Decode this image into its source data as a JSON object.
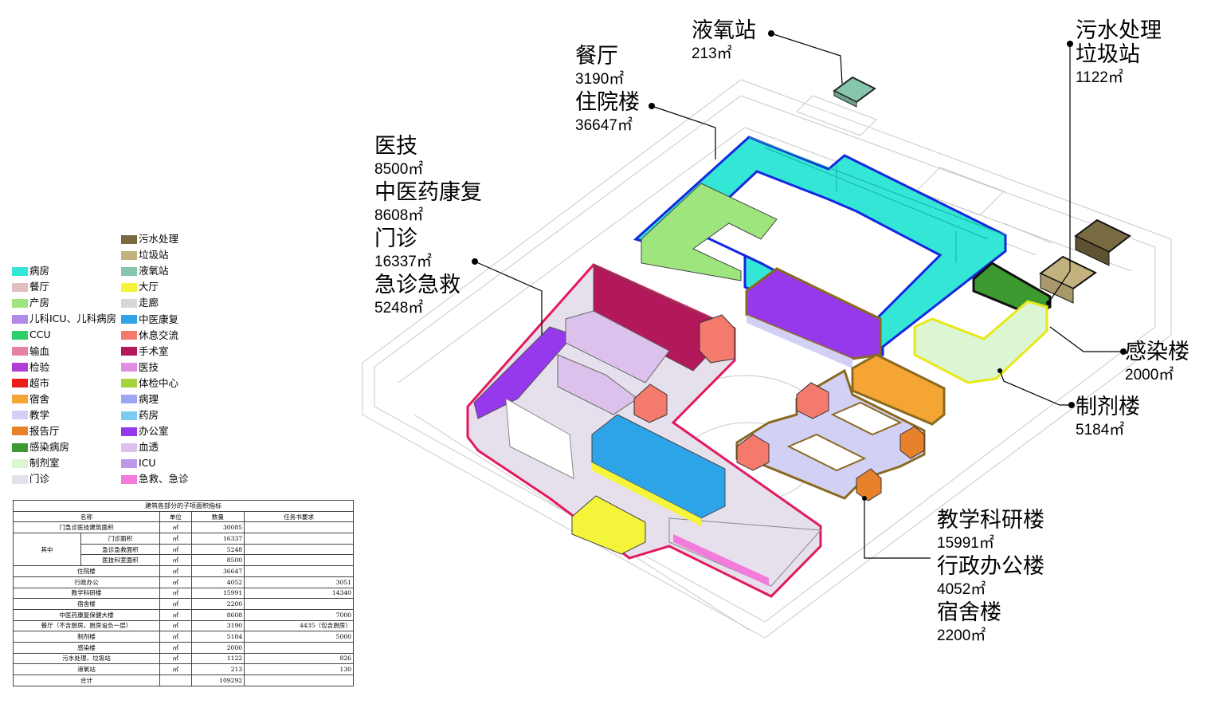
{
  "legend": {
    "left": [
      {
        "label": "病房",
        "color": "#33e6d5"
      },
      {
        "label": "餐厅",
        "color": "#e2bfbf"
      },
      {
        "label": "产房",
        "color": "#9ee57e"
      },
      {
        "label": "儿科ICU、儿科病房",
        "color": "#b08ae8"
      },
      {
        "label": "CCU",
        "color": "#2dd068"
      },
      {
        "label": "输血",
        "color": "#e87fa4"
      },
      {
        "label": "检验",
        "color": "#b23ed8"
      },
      {
        "label": "超市",
        "color": "#ef1c1c"
      },
      {
        "label": "宿舍",
        "color": "#f5a533"
      },
      {
        "label": "教学",
        "color": "#d2d0f5"
      },
      {
        "label": "报告厅",
        "color": "#e8812b"
      },
      {
        "label": "感染病房",
        "color": "#3c9a31"
      },
      {
        "label": "制剂室",
        "color": "#dcf5d3"
      },
      {
        "label": "门诊",
        "color": "#e6e0ec"
      }
    ],
    "right": [
      {
        "label": "污水处理",
        "color": "#7a6a41"
      },
      {
        "label": "垃圾站",
        "color": "#c4b27e"
      },
      {
        "label": "液氧站",
        "color": "#86c6aa"
      },
      {
        "label": "大厅",
        "color": "#f4f43a"
      },
      {
        "label": "走廊",
        "color": "#d7d7d7"
      },
      {
        "label": "中医康复",
        "color": "#2da4e8"
      },
      {
        "label": "休息交流",
        "color": "#f47a6d"
      },
      {
        "label": "手术室",
        "color": "#b2185a"
      },
      {
        "label": "医技",
        "color": "#de8fe0"
      },
      {
        "label": "体检中心",
        "color": "#a5d33b"
      },
      {
        "label": "病理",
        "color": "#9ea7f2"
      },
      {
        "label": "药房",
        "color": "#7ecbf2"
      },
      {
        "label": "办公室",
        "color": "#9638ec"
      },
      {
        "label": "血透",
        "color": "#dcc1ec"
      },
      {
        "label": "ICU",
        "color": "#bb98e8"
      },
      {
        "label": "急救、急诊",
        "color": "#f27bdc"
      }
    ]
  },
  "callouts": [
    {
      "name": "液氧站",
      "area": "213㎡"
    },
    {
      "name": "污水处理",
      "name2": "垃圾站",
      "area": "1122㎡"
    },
    {
      "name": "餐厅",
      "area": "3190㎡"
    },
    {
      "name": "住院楼",
      "area": "36647㎡"
    },
    {
      "name": "医技",
      "area": "8500㎡"
    },
    {
      "name": "中医药康复",
      "area": "8608㎡"
    },
    {
      "name": "门诊",
      "area": "16337㎡"
    },
    {
      "name": "急诊急救",
      "area": "5248㎡"
    },
    {
      "name": "感染楼",
      "area": "2000㎡"
    },
    {
      "name": "制剂楼",
      "area": "5184㎡"
    },
    {
      "name": "教学科研楼",
      "area": "15991㎡"
    },
    {
      "name": "行政办公楼",
      "area": "4052㎡"
    },
    {
      "name": "宿舍楼",
      "area": "2200㎡"
    }
  ],
  "table": {
    "caption": "建筑各部分的子项面积指标",
    "headers": [
      "名称",
      "单位",
      "数量",
      "任务书要求"
    ],
    "group_label": "其中",
    "rows": [
      {
        "name": "门急诊医技建筑面积",
        "unit": "㎡",
        "qty": "30085",
        "req": ""
      },
      {
        "name": "门诊面积",
        "unit": "㎡",
        "qty": "16337",
        "req": ""
      },
      {
        "name": "急诊急救面积",
        "unit": "㎡",
        "qty": "5248",
        "req": ""
      },
      {
        "name": "医技科室面积",
        "unit": "㎡",
        "qty": "8500",
        "req": ""
      },
      {
        "name": "住院楼",
        "unit": "㎡",
        "qty": "36647",
        "req": ""
      },
      {
        "name": "行政办公",
        "unit": "㎡",
        "qty": "4052",
        "req": "3051"
      },
      {
        "name": "教学科研楼",
        "unit": "㎡",
        "qty": "15991",
        "req": "14340"
      },
      {
        "name": "宿舍楼",
        "unit": "㎡",
        "qty": "2200",
        "req": ""
      },
      {
        "name": "中医药康复保健大楼",
        "unit": "㎡",
        "qty": "8608",
        "req": "7000"
      },
      {
        "name": "餐厅（不含厨房，厨房设负一层）",
        "unit": "㎡",
        "qty": "3190",
        "req": "4435（包含厨房）"
      },
      {
        "name": "制剂楼",
        "unit": "㎡",
        "qty": "5184",
        "req": "5000"
      },
      {
        "name": "感染楼",
        "unit": "㎡",
        "qty": "2000",
        "req": ""
      },
      {
        "name": "污水处理、垃圾站",
        "unit": "㎡",
        "qty": "1122",
        "req": "826"
      },
      {
        "name": "液氧站",
        "unit": "㎡",
        "qty": "213",
        "req": "130"
      },
      {
        "name": "合计",
        "unit": "",
        "qty": "109292",
        "req": ""
      }
    ]
  }
}
